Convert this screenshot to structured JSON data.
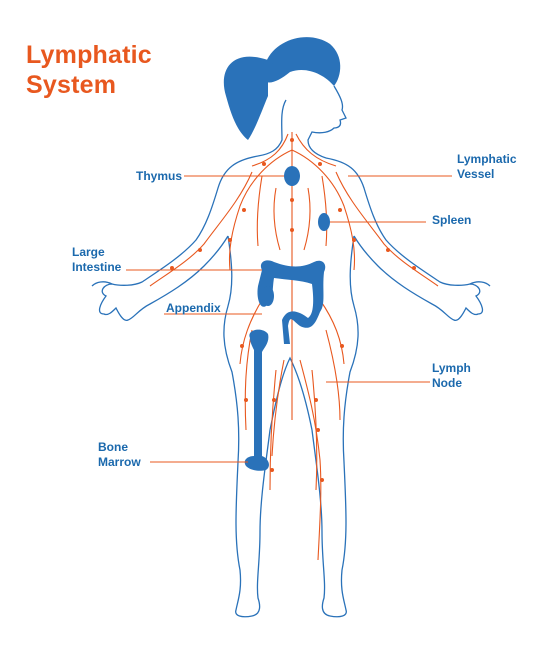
{
  "title": {
    "line1": "Lymphatic",
    "line2": "System"
  },
  "labels": {
    "thymus": "Thymus",
    "lymphatic_vessel": {
      "line1": "Lymphatic",
      "line2": "Vessel"
    },
    "spleen": "Spleen",
    "large_intestine": {
      "line1": "Large",
      "line2": "Intestine"
    },
    "appendix": "Appendix",
    "lymph_node": {
      "line1": "Lymph",
      "line2": "Node"
    },
    "bone_marrow": {
      "line1": "Bone",
      "line2": "Marrow"
    }
  },
  "colors": {
    "title": "#e8581f",
    "outline": "#1b69ad",
    "organ": "#2a72b9",
    "vessel": "#e8581f"
  }
}
